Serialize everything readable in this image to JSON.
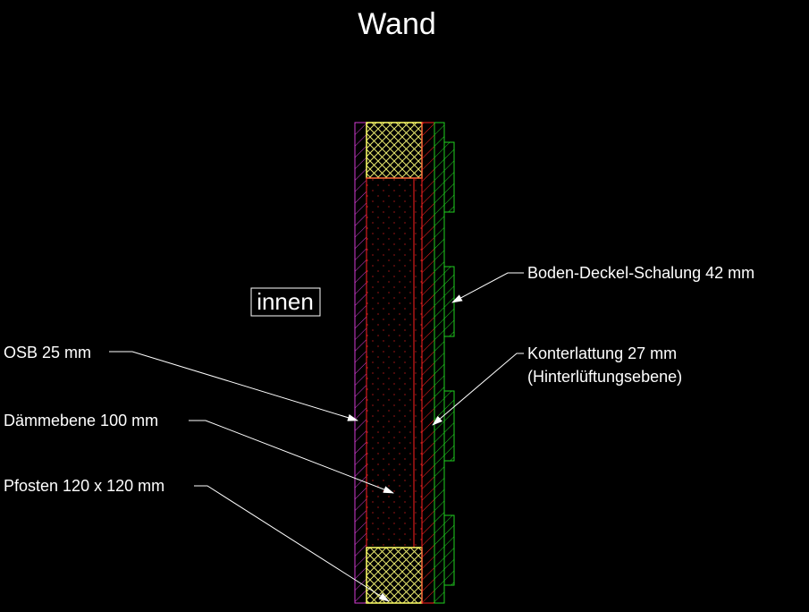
{
  "title": "Wand",
  "side_label": "innen",
  "labels": {
    "osb": "OSB 25 mm",
    "insulation": "Dämmebene 100 mm",
    "post": "Pfosten 120 x 120 mm",
    "cladding": "Boden-Deckel-Schalung 42 mm",
    "battens_line1": "Konterlattung 27 mm",
    "battens_line2": "(Hinterlüftungsebene)"
  },
  "colors": {
    "background": "#000000",
    "text": "#ffffff",
    "osb": "#d23cd2",
    "insulation": "#ff2020",
    "post_frame": "#ffff66",
    "post_hatch": "#e6e66e",
    "battens": "#ff2020",
    "cladding": "#20d020",
    "leaders": "#ffffff"
  }
}
